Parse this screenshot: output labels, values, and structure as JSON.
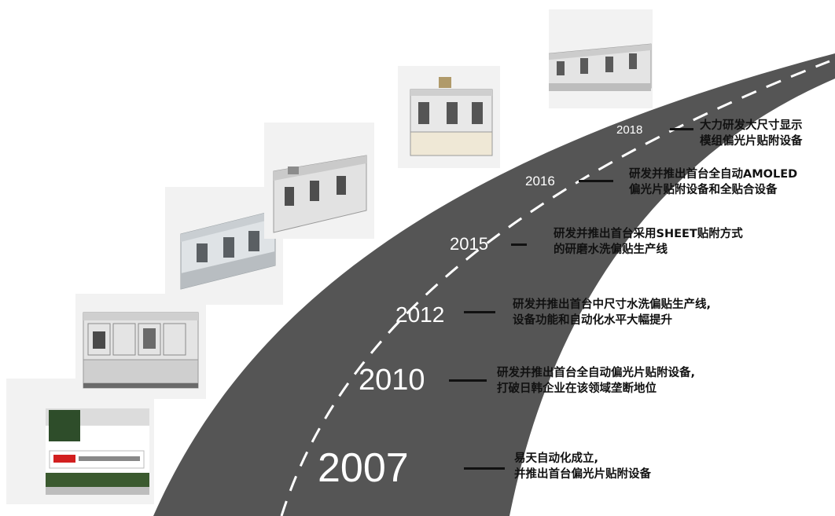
{
  "milestones": [
    {
      "year": "2007",
      "line1": "易天自动化成立,",
      "line2": "并推出首台偏光片贴附设备"
    },
    {
      "year": "2010",
      "line1": "研发并推出首台全自动偏光片贴附设备,",
      "line2": "打破日韩企业在该领域垄断地位"
    },
    {
      "year": "2012",
      "line1": "研发并推出首台中尺寸水洗偏贴生产线,",
      "line2": "设备功能和自动化水平大幅提升"
    },
    {
      "year": "2015",
      "line1": "研发并推出首台采用SHEET贴附方式",
      "line2": "的研磨水洗偏贴生产线"
    },
    {
      "year": "2016",
      "line1": "研发并推出首台全自动AMOLED",
      "line2": "偏光片贴附设备和全贴合设备"
    },
    {
      "year": "2018",
      "line1": "大力研发大尺寸显示",
      "line2": "模组偏光片贴附设备"
    }
  ],
  "colors": {
    "road": "#555555",
    "dash": "#ffffff",
    "tick": "#111111",
    "tile": "#f2f2f2"
  },
  "images": [
    {
      "name": "photo-building-2007"
    },
    {
      "name": "photo-machine-2010"
    },
    {
      "name": "photo-machine-2012"
    },
    {
      "name": "photo-machine-2015"
    },
    {
      "name": "photo-machine-2016"
    },
    {
      "name": "photo-machine-2018"
    }
  ]
}
